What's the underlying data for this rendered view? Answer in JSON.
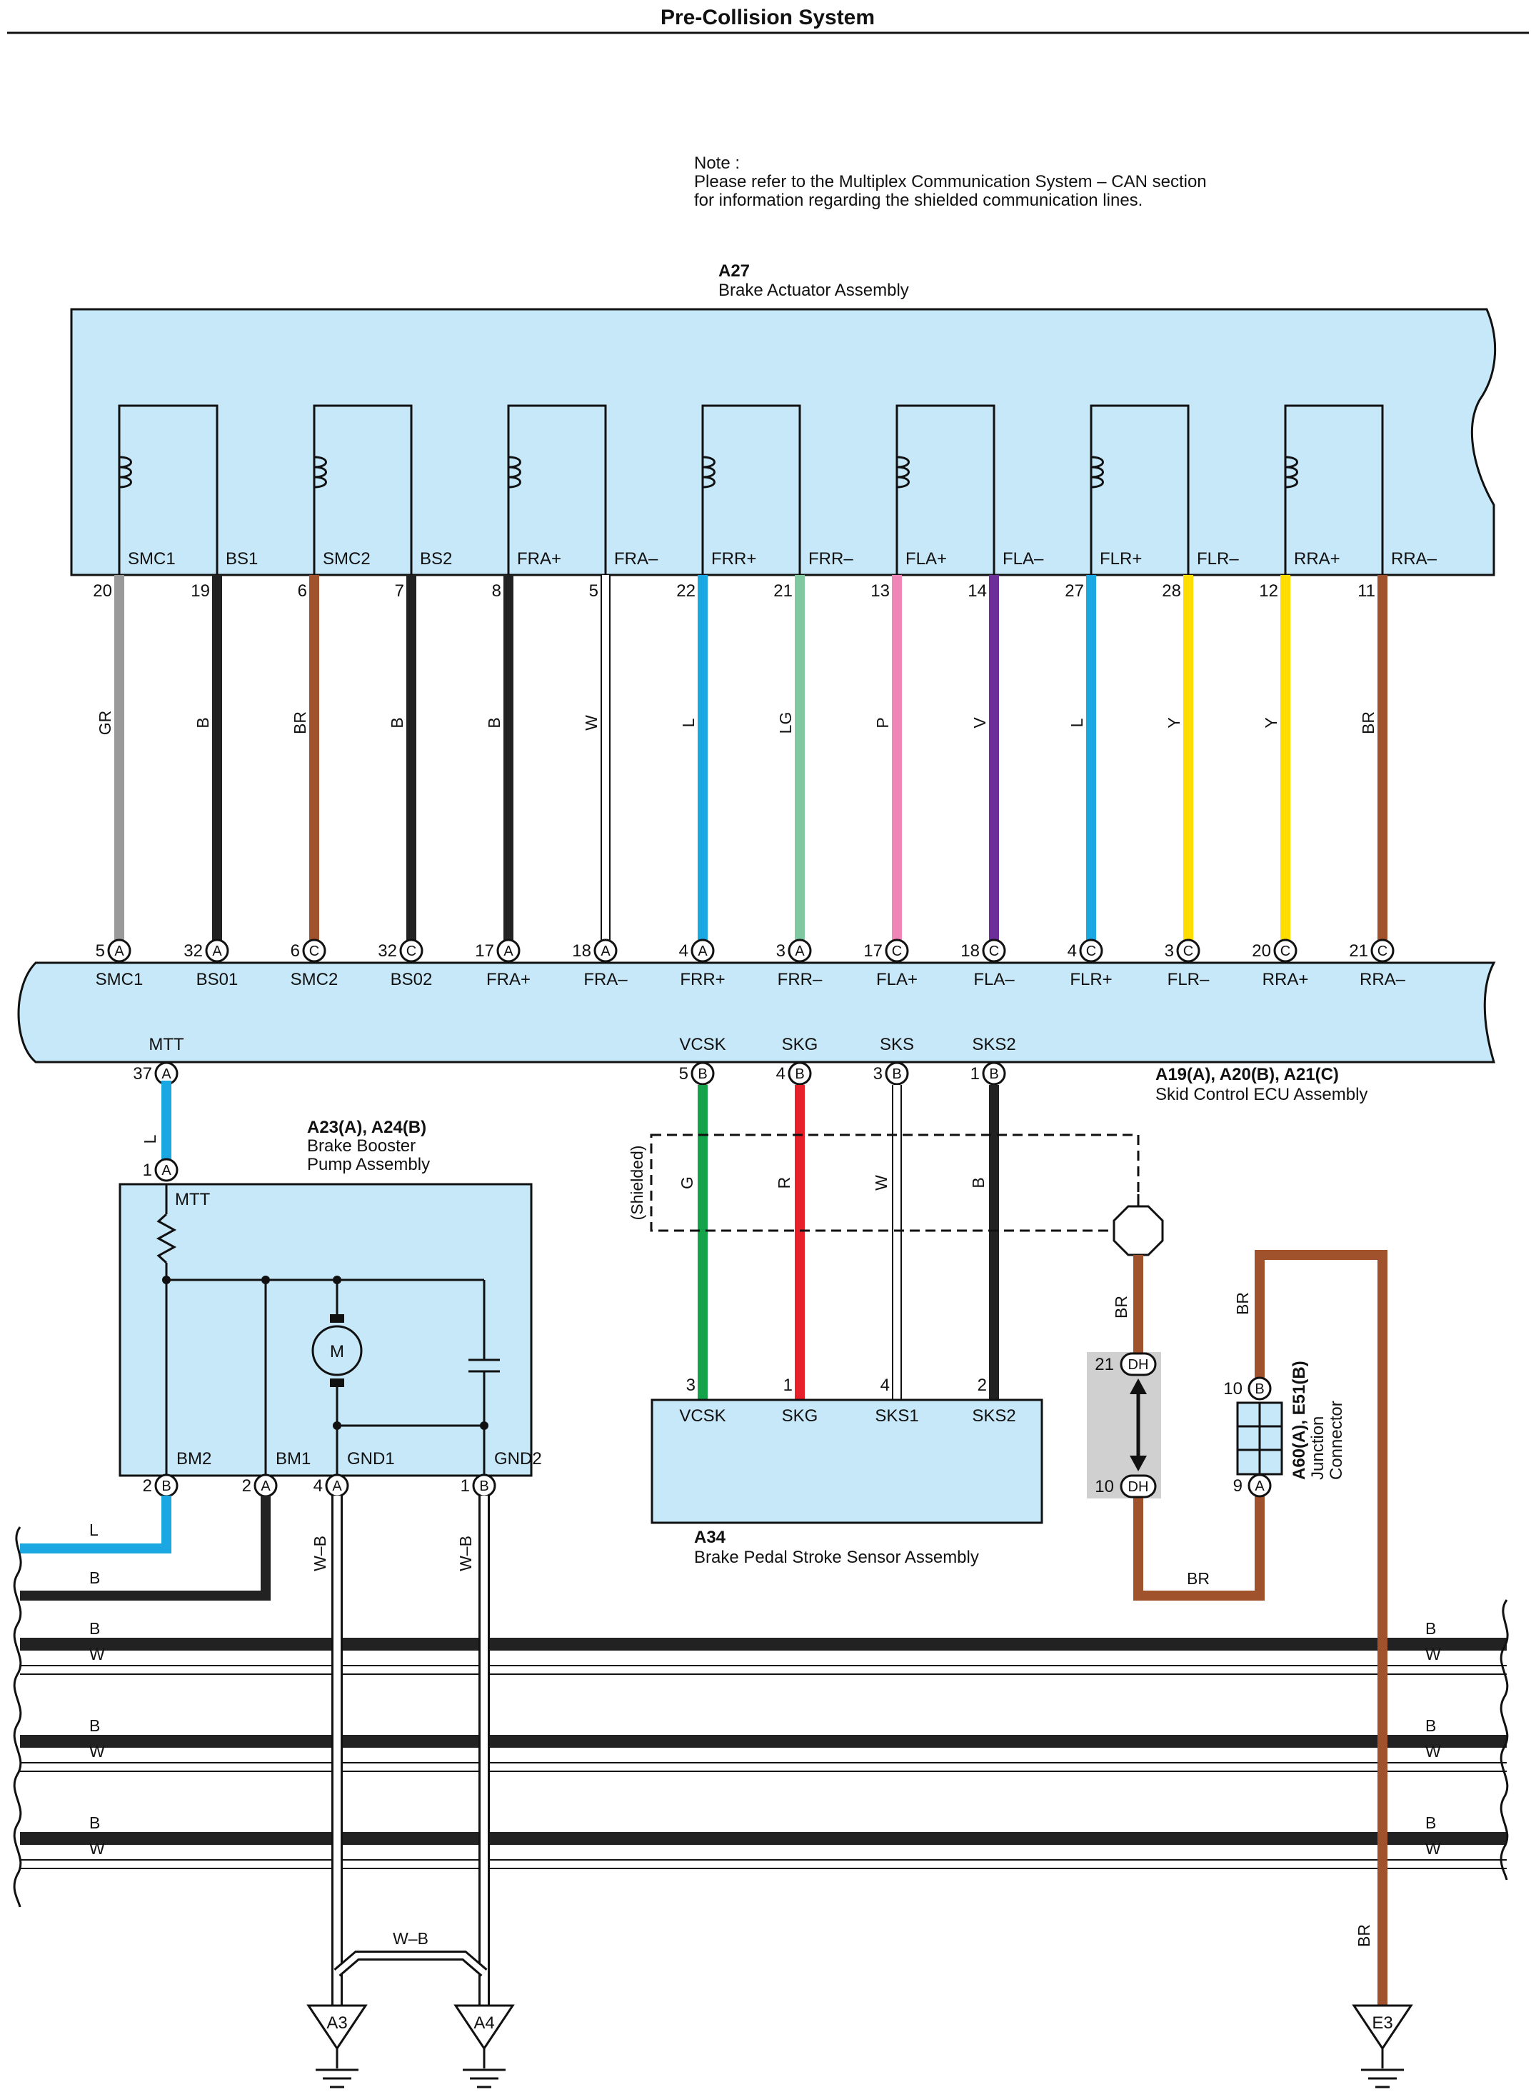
{
  "title": "Pre-Collision System",
  "note": {
    "lines": [
      "Note :",
      "Please refer to the Multiplex Communication System – CAN section",
      "for information regarding the shielded communication lines."
    ]
  },
  "colors": {
    "panel_fill": "#c7e8f8",
    "GR": "#9a9a9a",
    "B": "#222222",
    "BR": "#a0522d",
    "W": "#ffffff",
    "L": "#1ba7e1",
    "LG": "#7fc8a0",
    "P": "#f085b8",
    "V": "#6d2e9a",
    "Y": "#ffdd00",
    "G": "#14a34a",
    "R": "#e8202a",
    "W-B": "#ffffff",
    "gray_box": "#d0d0d0"
  },
  "actuator": {
    "code": "A27",
    "name": "Brake Actuator Assembly",
    "top_labels": [
      "SMC1",
      "BS1",
      "SMC2",
      "BS2",
      "FRA+",
      "FRA–",
      "FRR+",
      "FRR–",
      "FLA+",
      "FLA–",
      "FLR+",
      "FLR–",
      "RRA+",
      "RRA–"
    ],
    "pins": [
      "20",
      "19",
      "6",
      "7",
      "8",
      "5",
      "22",
      "21",
      "13",
      "14",
      "27",
      "28",
      "12",
      "11"
    ],
    "wire_colors": [
      "GR",
      "B",
      "BR",
      "B",
      "B",
      "W",
      "L",
      "LG",
      "P",
      "V",
      "L",
      "Y",
      "Y",
      "BR"
    ]
  },
  "ecu": {
    "codes": "A19(A), A20(B), A21(C)",
    "name": "Skid Control ECU Assembly",
    "top_pins": [
      "5",
      "32",
      "6",
      "32",
      "17",
      "18",
      "4",
      "3",
      "17",
      "18",
      "4",
      "3",
      "20",
      "21"
    ],
    "top_conn": [
      "A",
      "A",
      "C",
      "C",
      "A",
      "A",
      "A",
      "A",
      "C",
      "C",
      "C",
      "C",
      "C",
      "C"
    ],
    "top_labels": [
      "SMC1",
      "BS01",
      "SMC2",
      "BS02",
      "FRA+",
      "FRA–",
      "FRR+",
      "FRR–",
      "FLA+",
      "FLA–",
      "FLR+",
      "FLR–",
      "RRA+",
      "RRA–"
    ],
    "bottom_labels": [
      "MTT",
      "VCSK",
      "SKG",
      "SKS",
      "SKS2"
    ],
    "bottom_pins": [
      "37",
      "5",
      "4",
      "3",
      "1"
    ],
    "bottom_conn": [
      "A",
      "B",
      "B",
      "B",
      "B"
    ]
  },
  "booster": {
    "codes": "A23(A), A24(B)",
    "name_line1": "Brake Booster",
    "name_line2": "Pump Assembly",
    "mtt_label": "MTT",
    "mtt_pin": "1",
    "mtt_conn": "A",
    "motor_label": "M",
    "bottom_labels": [
      "BM2",
      "BM1",
      "GND1",
      "GND2"
    ],
    "bottom_pins": [
      "2",
      "2",
      "4",
      "1"
    ],
    "bottom_conn": [
      "B",
      "A",
      "A",
      "B"
    ]
  },
  "sensor": {
    "code": "A34",
    "name": "Brake Pedal Stroke Sensor Assembly",
    "labels": [
      "VCSK",
      "SKG",
      "SKS1",
      "SKS2"
    ],
    "pins": [
      "3",
      "1",
      "4",
      "2"
    ],
    "wire_colors": [
      "G",
      "R",
      "W",
      "B"
    ],
    "shield_label": "(Shielded)"
  },
  "junction": {
    "codes": "A60(A), E51(B)",
    "name_line1": "Junction",
    "name_line2": "Connector",
    "top_pin": "10",
    "top_conn": "B",
    "bottom_pin": "9",
    "bottom_conn": "A"
  },
  "dh": {
    "top_pin": "21",
    "bottom_pin": "10",
    "conn": "DH"
  },
  "wire_labels": {
    "mtt_wire": "L",
    "bm2_wire": "L",
    "bm1_wire": "B",
    "wb": "W–B",
    "br": "BR"
  },
  "bus": {
    "lines": [
      "B",
      "W",
      "B",
      "W",
      "B",
      "W"
    ]
  },
  "grounds": [
    "A3",
    "A4",
    "E3"
  ]
}
